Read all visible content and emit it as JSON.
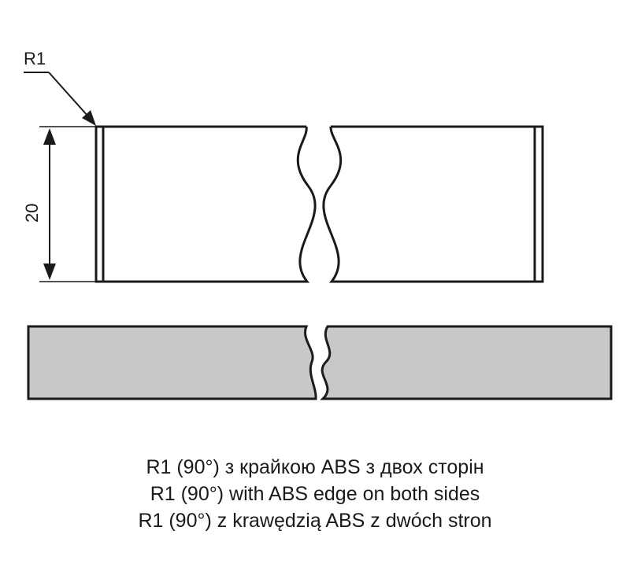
{
  "labels": {
    "radius_callout": "R1",
    "height_dimension": "20"
  },
  "caption": {
    "line_uk": "R1 (90°) з крайкою ABS з двох сторін",
    "line_en": "R1 (90°) with ABS edge on both sides",
    "line_pl": "R1 (90°) z krawędzią ABS z dwóch stron"
  },
  "colors": {
    "stroke": "#1a1a1a",
    "section_fill": "#c8c8c8",
    "background": "#ffffff"
  }
}
